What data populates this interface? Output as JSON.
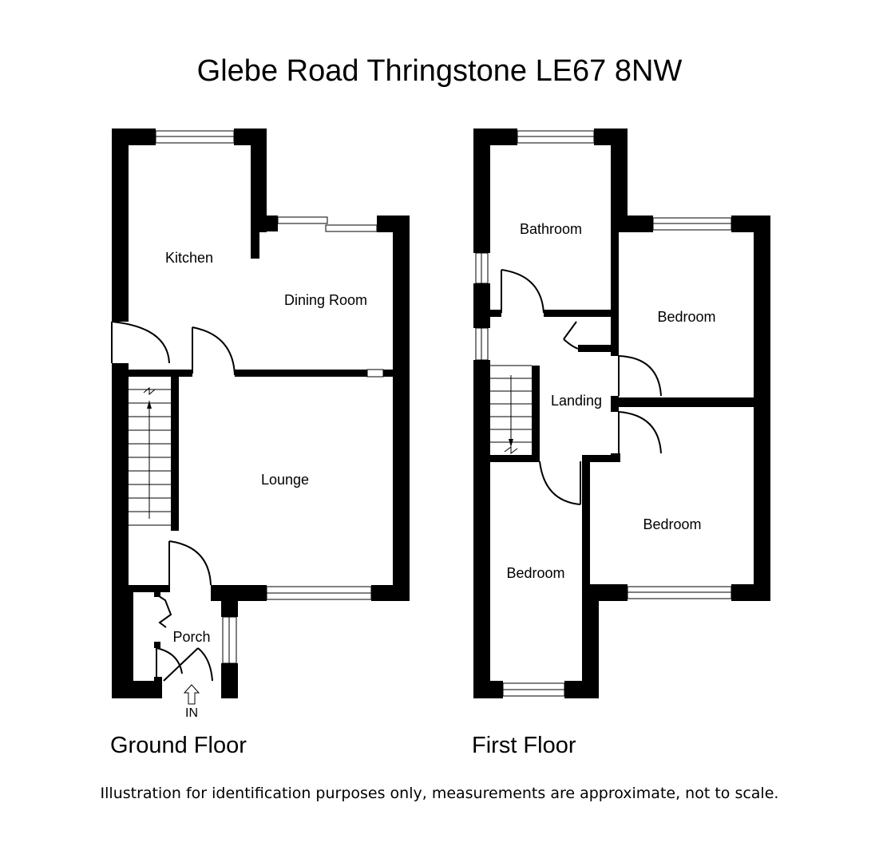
{
  "title": "Glebe Road Thringstone LE67 8NW",
  "ground_floor": {
    "label": "Ground Floor",
    "rooms": {
      "kitchen": "Kitchen",
      "dining_room": "Dining Room",
      "lounge": "Lounge",
      "porch": "Porch"
    },
    "entrance": "IN"
  },
  "first_floor": {
    "label": "First Floor",
    "rooms": {
      "bathroom": "Bathroom",
      "bedroom_right_top": "Bedroom",
      "landing": "Landing",
      "bedroom_right_bottom": "Bedroom",
      "bedroom_left": "Bedroom"
    }
  },
  "disclaimer": "Illustration for identification purposes only, measurements are approximate, not to scale."
}
